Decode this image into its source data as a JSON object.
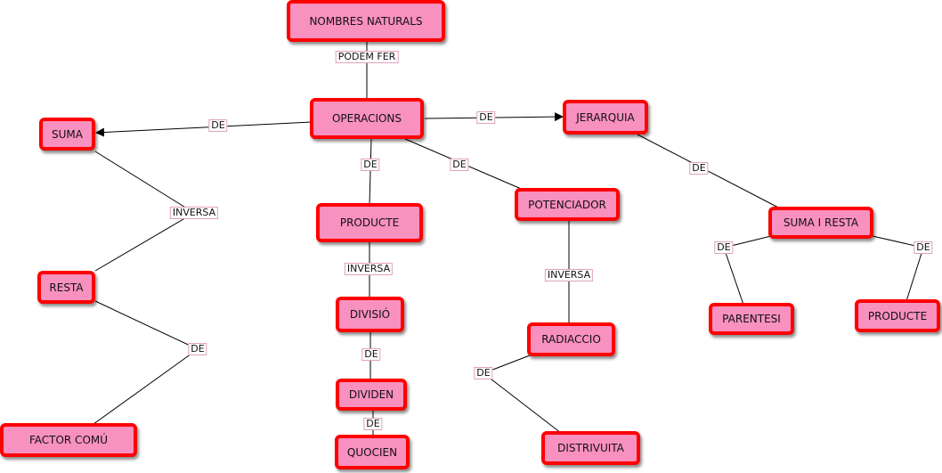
{
  "colors": {
    "node_fill": "#f890c0",
    "node_border": "#ff0000",
    "line": "#000000"
  },
  "nodes": {
    "naturals": "NOMBRES  NATURALS",
    "operacions": "OPERACIONS",
    "suma": "SUMA",
    "jerarquia": "JERARQUIA",
    "producte": "PRODUCTE",
    "potenciador": "POTENCIADOR",
    "resta": "RESTA",
    "divisio": "DIVISIÓ",
    "radiaccio": "RADIACCIO",
    "dividen": "DIVIDEN",
    "quocien": "QUOCIEN",
    "factor": "FACTOR COMÚ",
    "distrivuita": "DISTRIVUITA",
    "suma_resta": "SUMA I RESTA",
    "parentesi": "PARENTESI",
    "producte2": "PRODUCTE"
  },
  "links": {
    "podem_fer": "PODEM FER",
    "de_suma": "DE",
    "de_jerarquia": "DE",
    "de_producte": "DE",
    "de_potenciador": "DE",
    "inversa_suma": "INVERSA",
    "inversa_producte": "INVERSA",
    "inversa_potenciador": "INVERSA",
    "de_resta": "DE",
    "de_divisio": "DE",
    "de_dividen": "DE",
    "de_radiaccio": "DE",
    "de_jerarquia_suma": "DE",
    "de_parentesi": "DE",
    "de_producte2": "DE"
  }
}
